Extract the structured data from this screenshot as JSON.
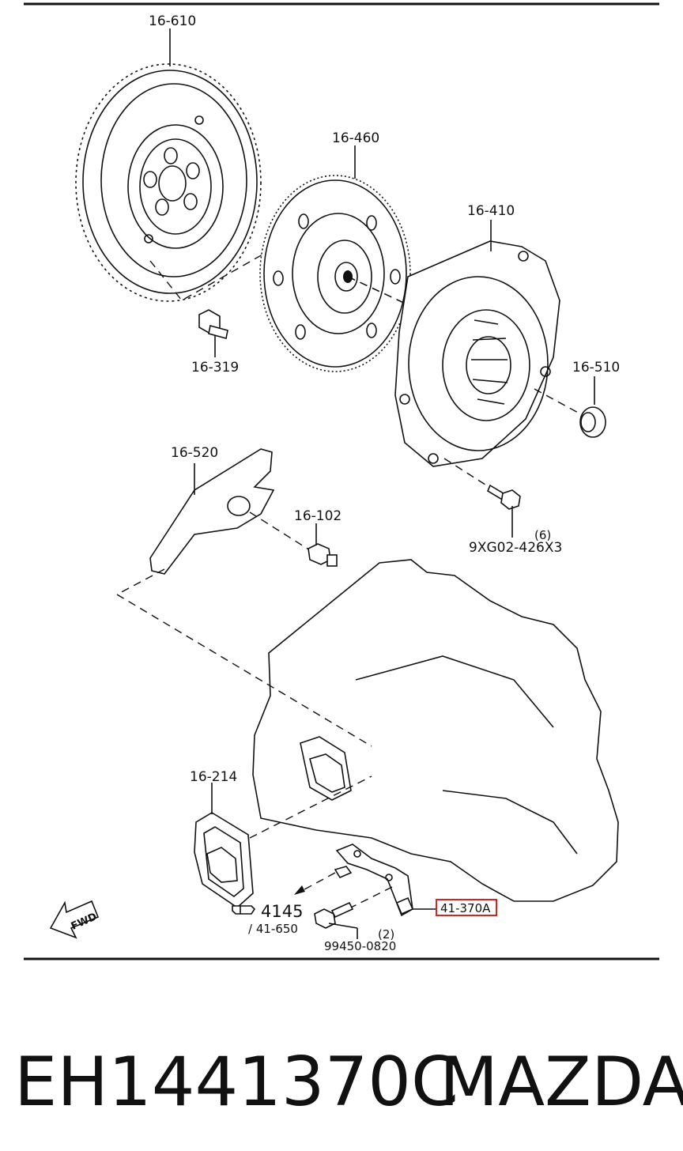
{
  "parts": {
    "flywheel": "16-610",
    "clutch_disc": "16-460",
    "clutch_cover": "16-410",
    "flywheel_bolt": "16-319",
    "release_bearing": "16-510",
    "release_fork": "16-520",
    "pivot_bolt": "16-102",
    "cover_bolt": "9XG02-426X3",
    "cover_bolt_qty": "(6)",
    "dust_boot": "16-214",
    "ref_arrow_num": "4145",
    "ref_sub": "/ 41-650",
    "bracket_bolt": "99450-0820",
    "bracket_bolt_qty": "(2)",
    "highlighted_part": "41-370A"
  },
  "fwd_label": "FWD",
  "footer": {
    "part_number": "EH1441370C",
    "brand": "MAZDA"
  },
  "colors": {
    "highlight": "#e0201c",
    "ink": "#111111"
  }
}
